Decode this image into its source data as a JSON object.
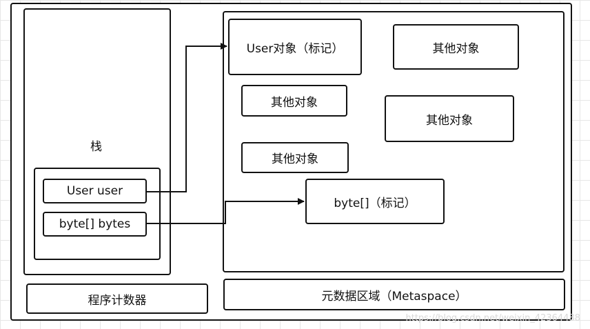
{
  "stack": {
    "title": "栈",
    "vars": {
      "user": "User user",
      "bytes": "byte[] bytes"
    }
  },
  "pc": "程序计数器",
  "heap": {
    "user_obj": "User对象（标记）",
    "other1": "其他对象",
    "other2": "其他对象",
    "other3": "其他对象",
    "other4": "其他对象",
    "byte_obj": "byte[]（标记）"
  },
  "metaspace": "元数据区域（Metaspace）",
  "watermark": "https://blog.csdn.net/weixin_42364488",
  "colors": {
    "stroke": "#111111",
    "grid": "#e6e6e6",
    "background": "#ffffff"
  }
}
